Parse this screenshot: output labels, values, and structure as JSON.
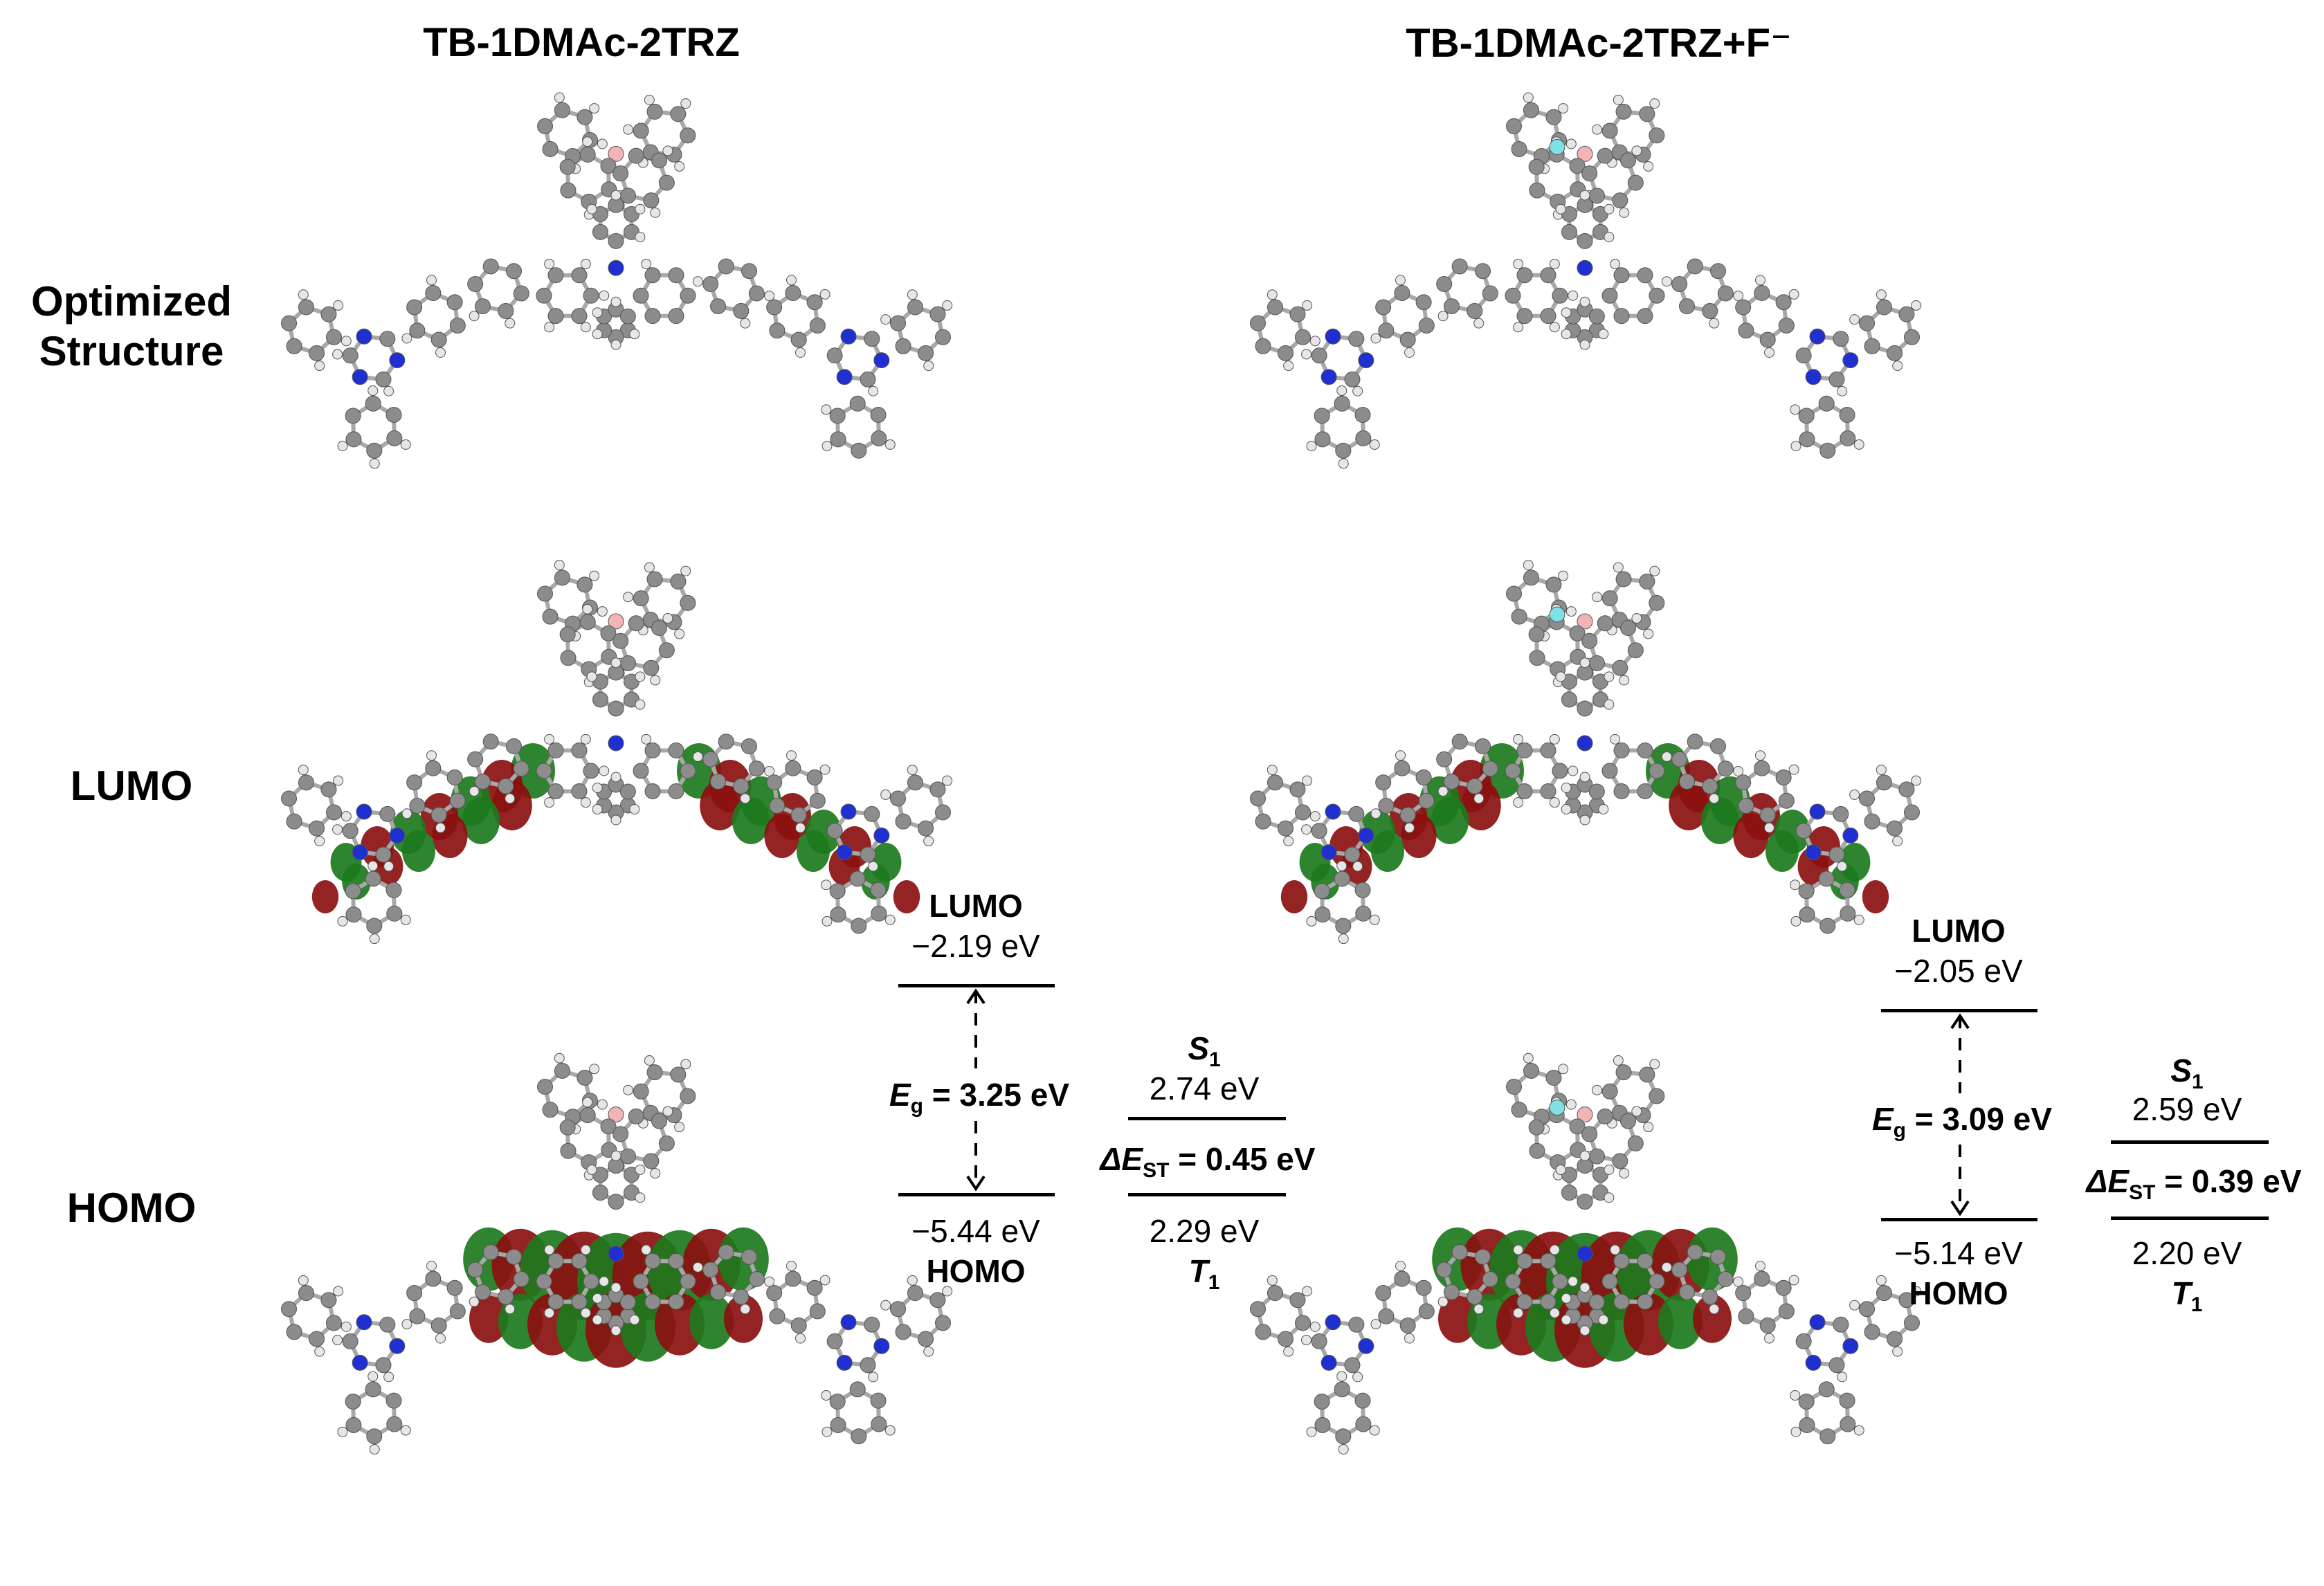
{
  "columns": [
    {
      "title": "TB-1DMAc-2TRZ"
    },
    {
      "title": "TB-1DMAc-2TRZ+F⁻"
    }
  ],
  "rows": {
    "structure_line1": "Optimized",
    "structure_line2": "Structure",
    "lumo": "LUMO",
    "homo": "HOMO"
  },
  "energy_left": {
    "lumo_label": "LUMO",
    "lumo_value": "−2.19 eV",
    "eg_symbol": "E",
    "eg_sub": "g",
    "eg_value": " = 3.25 eV",
    "homo_value": "−5.44 eV",
    "homo_label": "HOMO",
    "s1_symbol": "S",
    "s1_sub": "1",
    "s1_value": "2.74 eV",
    "dest_symbol": "ΔE",
    "dest_sub": "ST",
    "dest_value": " = 0.45 eV",
    "t1_value": "2.29 eV",
    "t1_symbol": "T",
    "t1_sub": "1"
  },
  "energy_right": {
    "lumo_label": "LUMO",
    "lumo_value": "−2.05 eV",
    "eg_symbol": "E",
    "eg_sub": "g",
    "eg_value": " = 3.09 eV",
    "homo_value": "−5.14 eV",
    "homo_label": "HOMO",
    "s1_symbol": "S",
    "s1_sub": "1",
    "s1_value": "2.59 eV",
    "dest_symbol": "ΔE",
    "dest_sub": "ST",
    "dest_value": " = 0.39 eV",
    "t1_value": "2.20 eV",
    "t1_symbol": "T",
    "t1_sub": "1"
  },
  "colors": {
    "carbon": "#8c8c8c",
    "hydrogen": "#e6e6e6",
    "nitrogen": "#1f2fd0",
    "boron": "#f2b4b4",
    "fluorine": "#7fe0e6",
    "orbital_positive": "#8b1010",
    "orbital_negative": "#1d7a1d"
  },
  "icons": [
    "molecule-structure-image",
    "lumo-orbital-image",
    "homo-orbital-image",
    "arrow-up-icon",
    "arrow-down-icon"
  ]
}
